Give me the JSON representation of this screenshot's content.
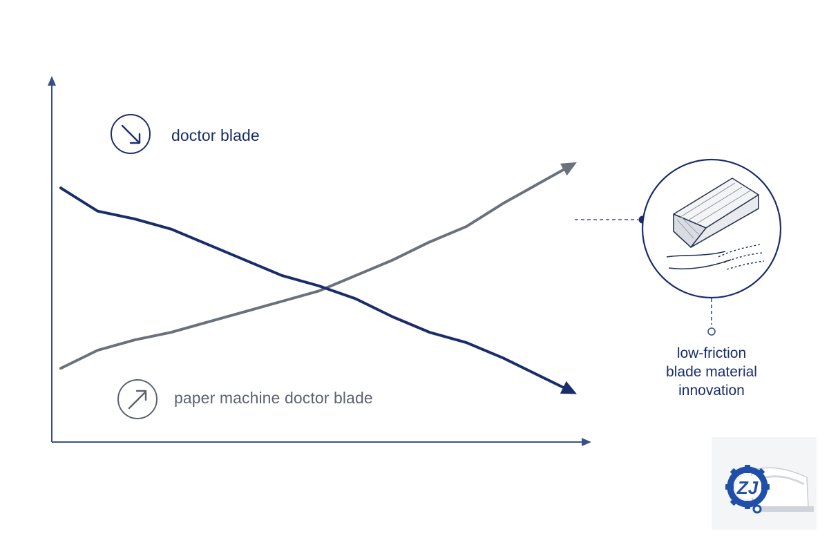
{
  "chart_data": {
    "type": "line",
    "title": "",
    "xlabel": "",
    "ylabel": "",
    "grid": false,
    "legend": "inline labels next to each series",
    "x": [
      0,
      1,
      2,
      3,
      4,
      5,
      6,
      7,
      8,
      9,
      10,
      11,
      12,
      13,
      14
    ],
    "ylim": [
      0,
      100
    ],
    "series": [
      {
        "name": "doctor blade",
        "trend": "decreasing",
        "color": "#1a2d6b",
        "values": [
          82,
          73,
          70,
          66,
          60,
          54,
          48,
          44,
          39,
          32,
          26,
          22,
          16,
          9,
          2
        ]
      },
      {
        "name": "paper machine doctor blade",
        "trend": "increasing",
        "color": "#6b717c",
        "values": [
          12,
          19,
          23,
          26,
          30,
          34,
          38,
          42,
          48,
          54,
          61,
          67,
          76,
          84,
          92
        ]
      }
    ],
    "annotation": {
      "lines": [
        "low-friction",
        "blade material",
        "innovation"
      ],
      "illustration": "doctor-blade-closeup"
    }
  },
  "icons": {
    "down_series": "arrow-down-right-icon",
    "up_series": "arrow-up-right-icon",
    "logo": "gear-logo"
  },
  "logo": {
    "text": "ZJ"
  },
  "colors": {
    "navy": "#1a2d6b",
    "gray": "#6b717c",
    "axis": "#3a4f8a",
    "accent_blue": "#1f4fa8"
  }
}
